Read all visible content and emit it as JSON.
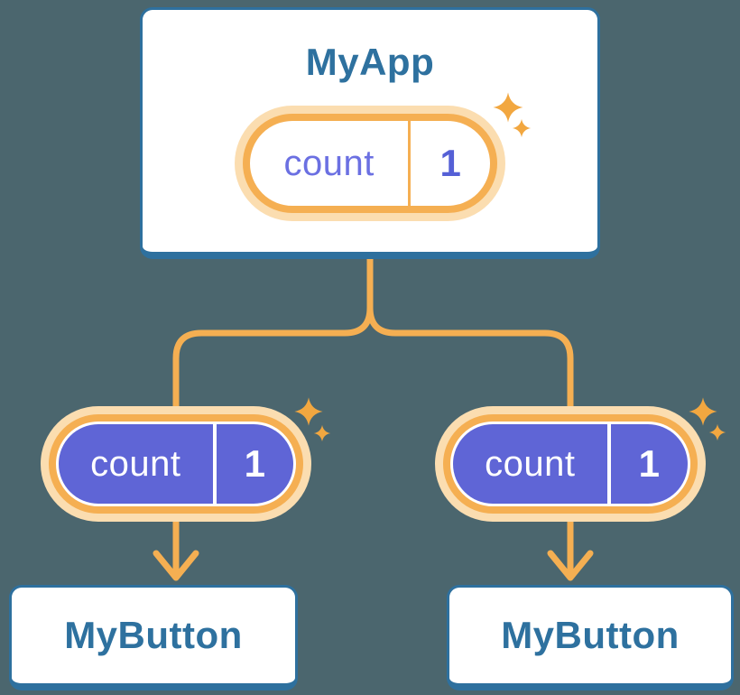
{
  "diagram": {
    "description": "React component tree with lifted state",
    "root": {
      "title": "MyApp",
      "state": {
        "label": "count",
        "value": "1"
      }
    },
    "children": [
      {
        "title": "MyButton",
        "state": {
          "label": "count",
          "value": "1"
        }
      },
      {
        "title": "MyButton",
        "state": {
          "label": "count",
          "value": "1"
        }
      }
    ]
  },
  "colors": {
    "background": "#4B666E",
    "card_fill": "#FFFFFF",
    "card_border": "#2E709E",
    "card_text": "#2E719F",
    "connector": "#F5AF52",
    "pill_glow": "#FBDDB0",
    "pill_ring": "#F5AF52",
    "pill_fill_active": "#5F65D6",
    "state_label_text": "#6B70E2",
    "state_value_text": "#5560D6",
    "state_text_on_purple": "#FFFFFF",
    "sparkle": "#F2A740"
  },
  "icons": {
    "sparkle": "four-point-star"
  }
}
